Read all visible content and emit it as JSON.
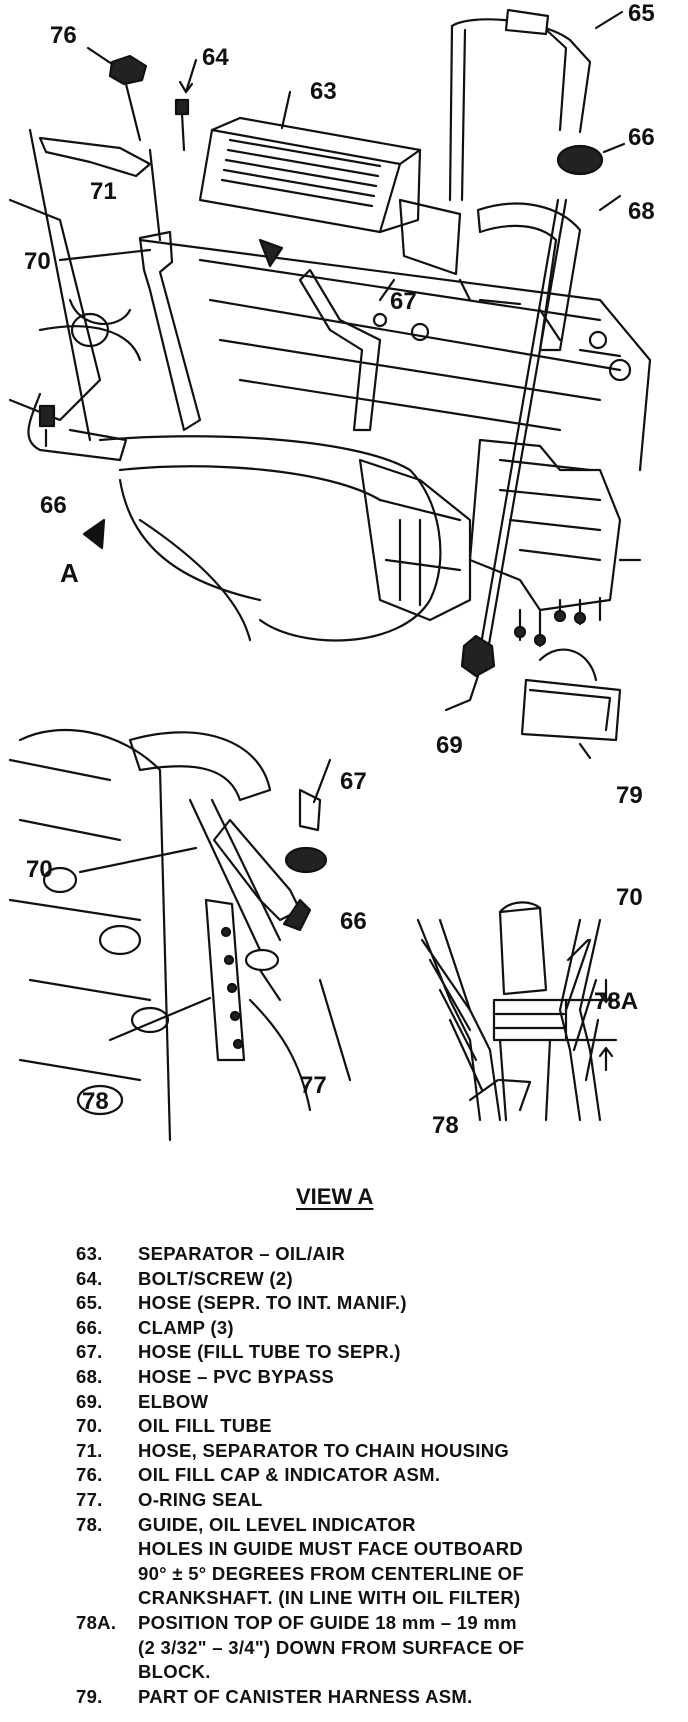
{
  "callouts": {
    "c76": "76",
    "c64": "64",
    "c63": "63",
    "c65": "65",
    "c66a": "66",
    "c71": "71",
    "c68": "68",
    "c70a": "70",
    "c67a": "67",
    "c66b": "66",
    "c69": "69",
    "c79": "79",
    "viewA_marker": "A",
    "c67b": "67",
    "c70b": "70",
    "c66c": "66",
    "c78a": "78",
    "c77": "77",
    "c70c": "70",
    "c78A": "78A",
    "c78b": "78"
  },
  "view_title": "VIEW A",
  "legend": [
    {
      "num": "63.",
      "text": "SEPARATOR – OIL/AIR"
    },
    {
      "num": "64.",
      "text": "BOLT/SCREW (2)"
    },
    {
      "num": "65.",
      "text": "HOSE (SEPR. TO INT. MANIF.)"
    },
    {
      "num": "66.",
      "text": "CLAMP (3)"
    },
    {
      "num": "67.",
      "text": "HOSE (FILL TUBE TO SEPR.)"
    },
    {
      "num": "68.",
      "text": "HOSE – PVC BYPASS"
    },
    {
      "num": "69.",
      "text": "ELBOW"
    },
    {
      "num": "70.",
      "text": "OIL FILL TUBE"
    },
    {
      "num": "71.",
      "text": "HOSE, SEPARATOR TO CHAIN HOUSING"
    },
    {
      "num": "76.",
      "text": "OIL FILL CAP & INDICATOR ASM."
    },
    {
      "num": "77.",
      "text": "O-RING SEAL"
    },
    {
      "num": "78.",
      "text": "GUIDE, OIL LEVEL INDICATOR\nHOLES IN GUIDE MUST FACE OUTBOARD\n90° ± 5° DEGREES FROM CENTERLINE OF\nCRANKSHAFT. (IN LINE WITH OIL FILTER)"
    },
    {
      "num": "78A.",
      "text": "POSITION TOP OF GUIDE 18 mm – 19 mm\n(2 3/32\" – 3/4\") DOWN FROM SURFACE OF\nBLOCK."
    },
    {
      "num": "79.",
      "text": "PART OF CANISTER HARNESS ASM."
    }
  ]
}
